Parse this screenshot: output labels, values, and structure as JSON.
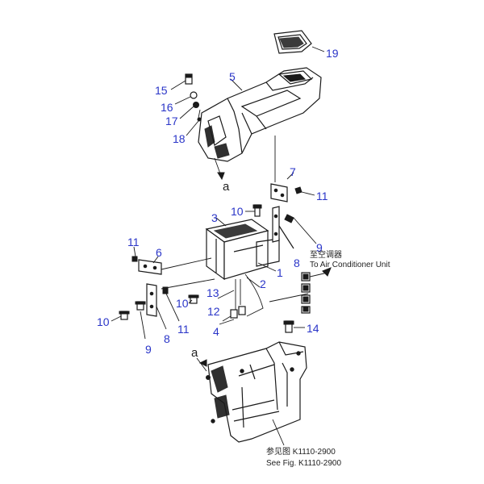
{
  "diagram": {
    "callouts": [
      {
        "id": "c19",
        "text": "19"
      },
      {
        "id": "c5",
        "text": "5"
      },
      {
        "id": "c15",
        "text": "15"
      },
      {
        "id": "c16",
        "text": "16"
      },
      {
        "id": "c17",
        "text": "17"
      },
      {
        "id": "c18",
        "text": "18"
      },
      {
        "id": "c7",
        "text": "7"
      },
      {
        "id": "c11a",
        "text": "11"
      },
      {
        "id": "c10a",
        "text": "10"
      },
      {
        "id": "c3",
        "text": "3"
      },
      {
        "id": "c9a",
        "text": "9"
      },
      {
        "id": "c11b",
        "text": "11"
      },
      {
        "id": "c6",
        "text": "6"
      },
      {
        "id": "c8a",
        "text": "8"
      },
      {
        "id": "c1",
        "text": "1"
      },
      {
        "id": "c2",
        "text": "2"
      },
      {
        "id": "c13",
        "text": "13"
      },
      {
        "id": "c10b",
        "text": "10"
      },
      {
        "id": "c12",
        "text": "12"
      },
      {
        "id": "c4",
        "text": "4"
      },
      {
        "id": "c10c",
        "text": "10"
      },
      {
        "id": "c11c",
        "text": "11"
      },
      {
        "id": "c9b",
        "text": "9"
      },
      {
        "id": "c8b",
        "text": "8"
      },
      {
        "id": "c14",
        "text": "14"
      }
    ],
    "marker_top": "a",
    "marker_bottom": "a",
    "ac_note_cn": "至空调器",
    "ac_note_en": "To Air Conditioner Unit",
    "ref_cn": "参见图  K1110-2900",
    "ref_en": "See Fig. K1110-2900",
    "colors": {
      "callout": "#2a35c8",
      "ink": "#1a1a1a"
    }
  }
}
